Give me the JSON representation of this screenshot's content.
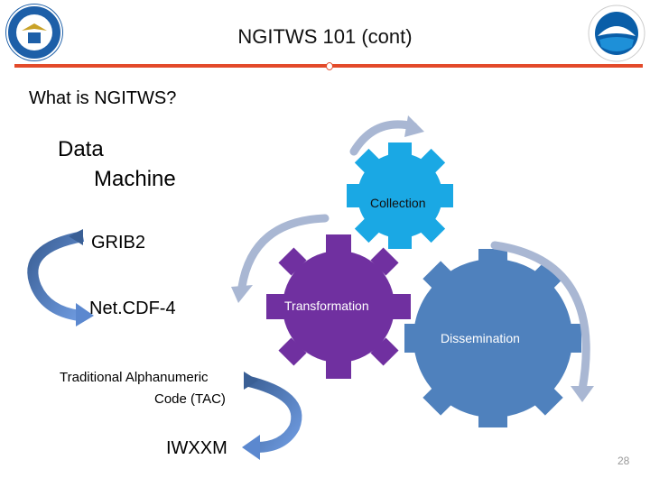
{
  "slide": {
    "title": "NGITWS 101 (cont)",
    "question": "What is NGITWS?",
    "data_machine_line1": "Data",
    "data_machine_line2": "Machine",
    "format_grib": "GRIB2",
    "format_netcdf": "Net.CDF-4",
    "tac_line1": "Traditional Alphanumeric",
    "tac_line2": "Code (TAC)",
    "format_iwxxm": "IWXXM",
    "page_number": "28"
  },
  "gears": {
    "collection": "Collection",
    "transformation": "Transformation",
    "dissemination": "Dissemination"
  },
  "colors": {
    "collection_gear": "#1aa8e4",
    "transformation_gear": "#7030a0",
    "dissemination_gear": "#4f81bd",
    "arrow": "#a9b7d3",
    "accent_rule": "#e34a2a"
  }
}
